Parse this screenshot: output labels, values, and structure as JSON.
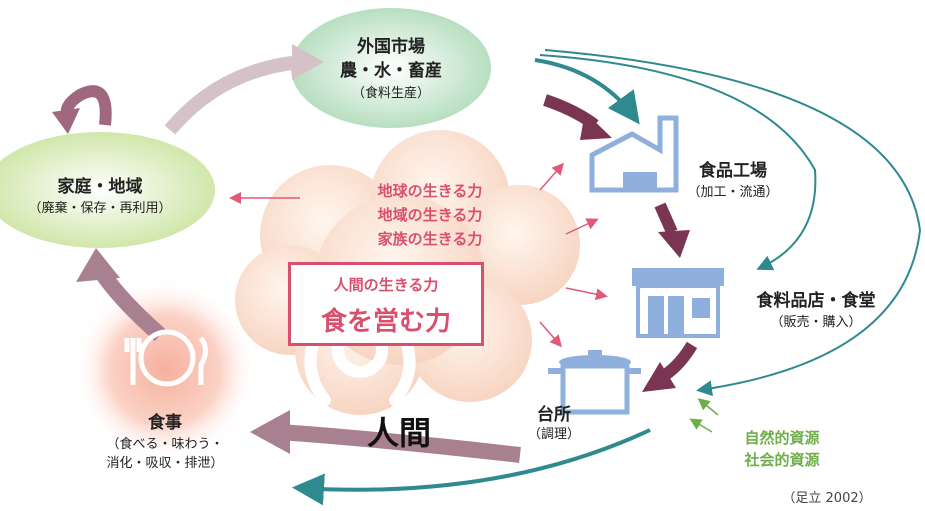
{
  "nodes": {
    "foreign_market": {
      "line1": "外国市場",
      "line2": "農・水・畜産",
      "sub": "（食料生産）"
    },
    "household": {
      "title": "家庭・地域",
      "sub": "（廃棄・保存・再利用）"
    },
    "food_factory": {
      "title": "食品工場",
      "sub": "（加工・流通）"
    },
    "store": {
      "title": "食料品店・食堂",
      "sub": "（販売・購入）"
    },
    "kitchen": {
      "title": "台所",
      "sub": "（調理）"
    },
    "meal": {
      "title": "食事",
      "sub1": "（食べる・味わう・",
      "sub2": "消化・吸収・排泄）"
    }
  },
  "center": {
    "powers": [
      "地球の生きる力",
      "地域の生きる力",
      "家族の生きる力"
    ],
    "core_line1": "人間の生きる力",
    "core_line2": "食を営む力",
    "human_label": "人間"
  },
  "resources": [
    "自然的資源",
    "社会的資源"
  ],
  "citation": "（足立 2002）",
  "colors": {
    "mauve_arrow": "#a88090",
    "dark_arrow": "#7a3552",
    "teal_arrow": "#2e8a8f",
    "pink_arrow": "#e05a78",
    "green_arrow": "#6fae4a",
    "icon_blue": "#8fb0dc"
  }
}
